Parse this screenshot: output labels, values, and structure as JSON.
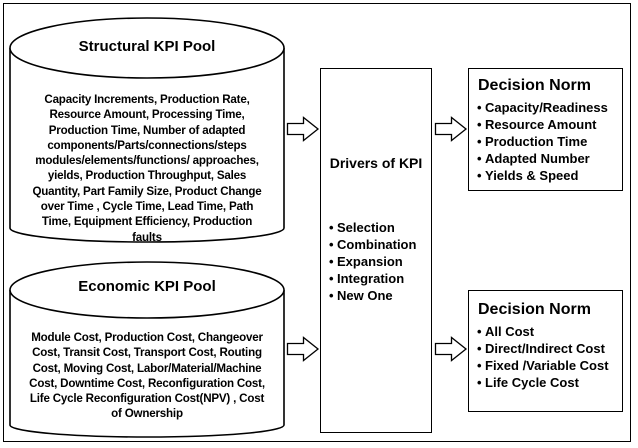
{
  "structural_pool": {
    "title": "Structural KPI Pool",
    "lines": [
      "Capacity  Increments, Production Rate,",
      "Resource Amount, Processing Time,",
      "Production Time, Number of adapted",
      "components/Parts/connections/steps",
      "modules/elements/functions/ approaches,",
      "yields, Production Throughput, Sales",
      "Quantity, Part Family Size, Product Change",
      "over Time ,  Cycle Time, Lead Time, Path",
      "Time, Equipment Efficiency, Production",
      "faults"
    ]
  },
  "economic_pool": {
    "title": "Economic KPI Pool",
    "lines": [
      "Module Cost, Production Cost, Changeover",
      "Cost, Transit Cost, Transport Cost, Routing",
      "Cost, Moving Cost,  Labor/Material/Machine",
      "Cost, Downtime  Cost,  Reconfiguration Cost,",
      "Life Cycle Reconfiguration Cost(NPV) , Cost",
      "of Ownership"
    ]
  },
  "drivers": {
    "title": "Drivers of KPI",
    "items": [
      "Selection",
      "Combination",
      "Expansion",
      "Integration",
      "New One"
    ]
  },
  "norm_top": {
    "title": "Decision Norm",
    "items": [
      "Capacity/Readiness",
      "Resource Amount",
      "Production Time",
      "Adapted Number",
      "Yields & Speed"
    ]
  },
  "norm_bottom": {
    "title": "Decision Norm",
    "items": [
      "All Cost",
      "Direct/Indirect  Cost",
      "Fixed /Variable  Cost",
      "Life  Cycle Cost"
    ]
  }
}
